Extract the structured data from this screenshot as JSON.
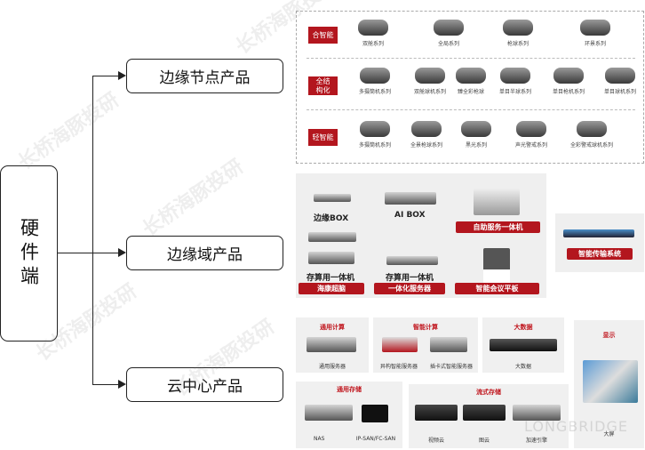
{
  "root": "硬件端",
  "branches": [
    "边缘节点产品",
    "边缘域产品",
    "云中心产品"
  ],
  "watermark": "长桥海豚投研",
  "brand_watermark": "LONGBRIDGE",
  "colors": {
    "accent": "#b3161e"
  },
  "edge_node": {
    "rows": [
      {
        "label": "合智能",
        "items": [
          "双舱系列",
          "全局系列",
          "枪球系列",
          "环景系列"
        ]
      },
      {
        "label": "全结构化",
        "items": [
          "多摄筒机系列",
          "双舱球机系列",
          "臻全彩枪球",
          "单目半球系列",
          "单目枪机系列",
          "单目球机系列"
        ]
      },
      {
        "label": "轻智能",
        "items": [
          "多摄筒机系列",
          "全景枪球系列",
          "黑光系列",
          "声光警戒系列",
          "全彩警戒球机系列"
        ]
      }
    ]
  },
  "edge_domain": {
    "edge_box": "边缘BOX",
    "ai_box": "AI BOX",
    "storage_compute_1": "存算用一体机",
    "storage_compute_2": "存算用一体机",
    "tags": [
      "自助服务一体机",
      "海康超脑",
      "一体化服务器",
      "智能会议平板"
    ],
    "transmission": "智能传输系统"
  },
  "cloud": {
    "general_compute": {
      "title": "通用计算",
      "items": [
        "通用服务器"
      ]
    },
    "smart_compute": {
      "title": "智能计算",
      "items": [
        "异构智能服务器",
        "插卡式智能服务器"
      ]
    },
    "big_data": {
      "title": "大数据",
      "items": [
        "大数据"
      ]
    },
    "display": {
      "title": "显示",
      "items": [
        "大屏"
      ]
    },
    "general_storage": {
      "title": "通用存储",
      "items": [
        "NAS",
        "IP-SAN/FC-SAN"
      ]
    },
    "stream_storage": {
      "title": "流式存储",
      "items": [
        "视频云",
        "图云",
        "加速引擎"
      ]
    }
  }
}
